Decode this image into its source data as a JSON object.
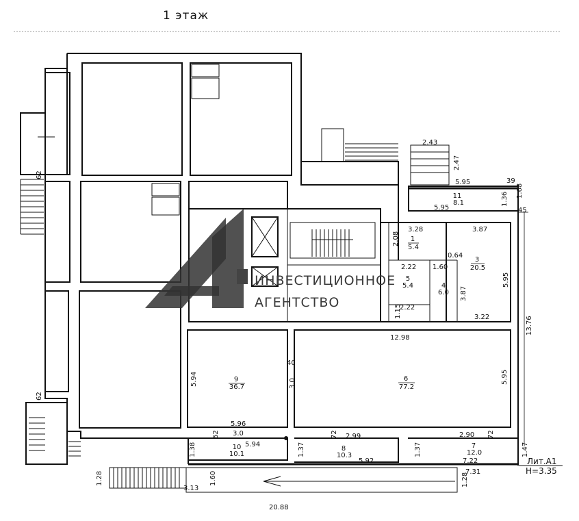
{
  "title": "1 этаж",
  "watermark": {
    "brand_line1": "ИНВЕСТИЦИОННОЕ",
    "brand_line2": "АГЕНТСТВО"
  },
  "building_label": {
    "line1": "Лит.А1",
    "line2": "Н=3.35"
  },
  "rooms": [
    {
      "number": "1",
      "area": "5.4"
    },
    {
      "number": "3",
      "area": "20.5"
    },
    {
      "number": "4",
      "area": "6.0"
    },
    {
      "number": "5",
      "area": "5.4"
    },
    {
      "number": "6",
      "area": "77.2"
    },
    {
      "number": "7",
      "area": "12.0"
    },
    {
      "number": "8",
      "area": "10.3"
    },
    {
      "number": "9",
      "area": "36.7"
    },
    {
      "number": "10",
      "area": "10.1"
    },
    {
      "number": "11",
      "area": "8.1"
    }
  ],
  "dimensions": {
    "d_2_43": "2.43",
    "d_2_47": "2.47",
    "d_5_95_top": "5.95",
    "d_39": "39",
    "d_1_68": "1.68",
    "d_45": "45",
    "d_1_36": "1.36",
    "d_5_95_r11": "5.95",
    "d_3_28": "3.28",
    "d_3_87_top": "3.87",
    "d_2_08": "2.08",
    "d_0_64": "0.64",
    "d_2_22_a": "2.22",
    "d_1_60_a": "1.60",
    "d_5_95_r3": "5.95",
    "d_3_87_mid": "3.87",
    "d_2_22_b": "2.22",
    "d_1_15": "1.15",
    "d_3_22": "3.22",
    "d_13_76": "13.76",
    "d_12_98": "12.98",
    "d_5_94_r9": "5.94",
    "d_40": "40",
    "d_3_0_v": "3.0",
    "d_5_95_r6": "5.95",
    "d_5_96": "5.96",
    "d_3_0_h": "3.0",
    "d_62_a": "62",
    "d_5_94_r10": "5.94",
    "d_72_a": "72",
    "d_2_99": "2.99",
    "d_2_90": "2.90",
    "d_72_b": "72",
    "d_1_38": "1.38",
    "d_1_37_a": "1.37",
    "d_5_92": "5.92",
    "d_1_37_b": "1.37",
    "d_7_22": "7.22",
    "d_1_47": "1.47",
    "d_7_31": "7.31",
    "d_1_28_a": "1.28",
    "d_1_60_b": "1.60",
    "d_3_13": "3.13",
    "d_1_28_b": "1.28",
    "d_20_88": "20.88",
    "d_62_b": "62",
    "d_62_c": "62"
  }
}
